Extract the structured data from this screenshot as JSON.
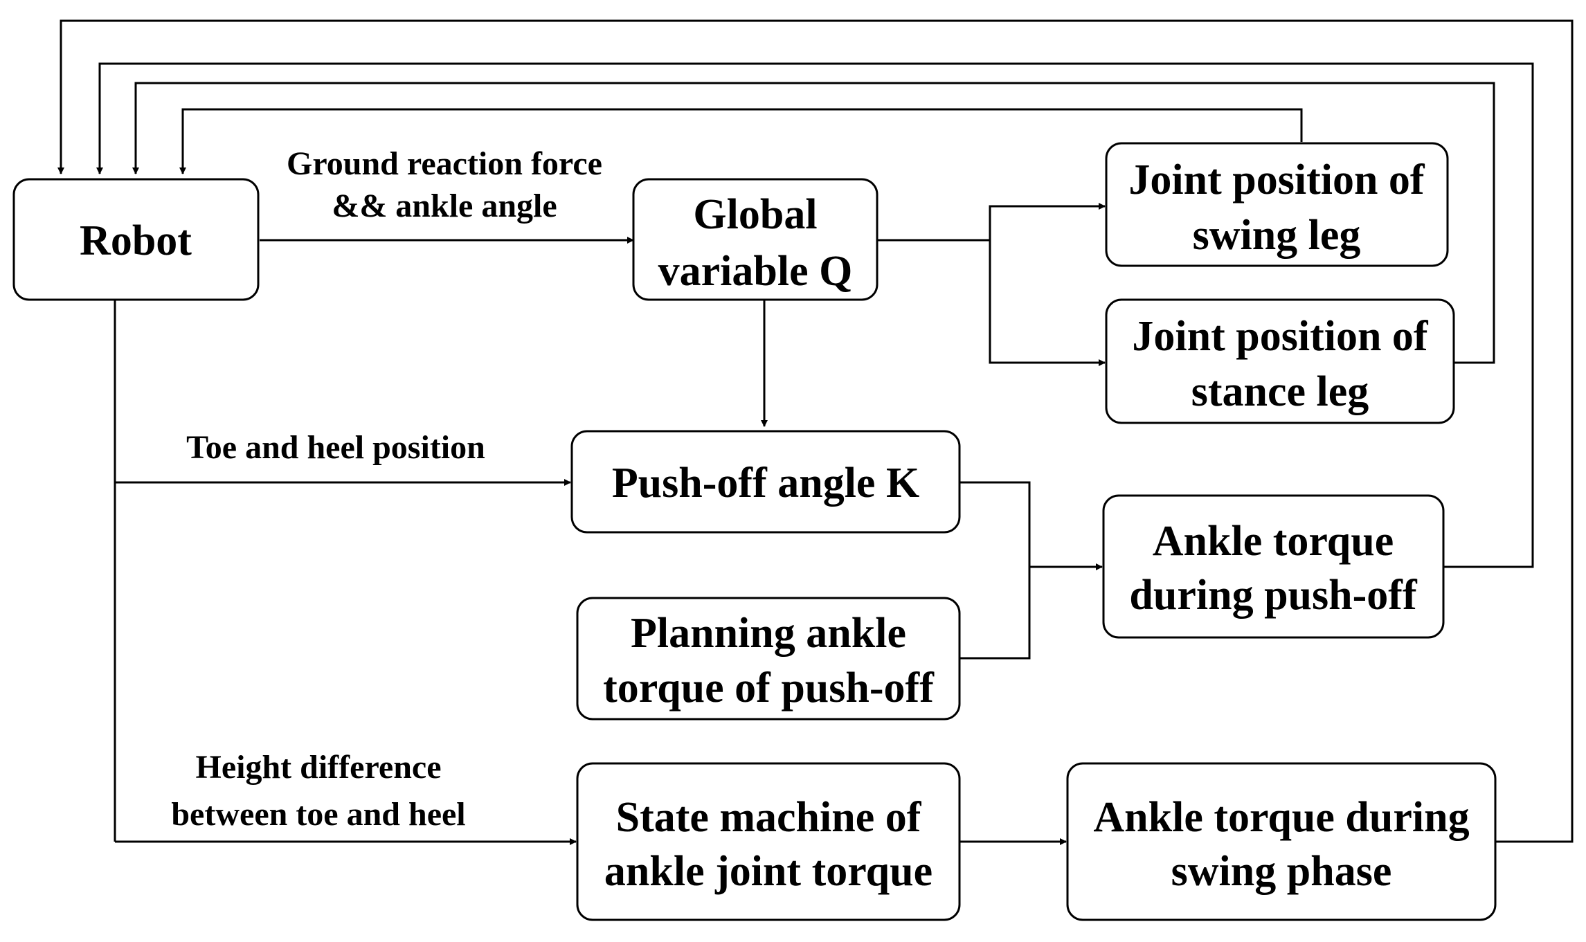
{
  "nodes": {
    "robot": {
      "label": "Robot"
    },
    "global": {
      "line1": "Global",
      "line2": "variable Q"
    },
    "swing_pos": {
      "line1": "Joint position of",
      "line2": "swing leg"
    },
    "stance_pos": {
      "line1": "Joint position of",
      "line2": "stance leg"
    },
    "pushoff_angle": {
      "label": "Push-off angle K"
    },
    "planning": {
      "line1": "Planning ankle",
      "line2": "torque of push-off"
    },
    "ankle_pushoff": {
      "line1": "Ankle torque",
      "line2": "during push-off"
    },
    "state_machine": {
      "line1": "State machine of",
      "line2": "ankle joint torque"
    },
    "ankle_swing": {
      "line1": "Ankle torque during",
      "line2": "swing phase"
    }
  },
  "edge_labels": {
    "grf": {
      "line1": "Ground reaction force",
      "line2": "&& ankle angle"
    },
    "toe_heel": {
      "label": "Toe and heel position"
    },
    "height": {
      "line1": "Height difference",
      "line2": "between toe and heel"
    }
  }
}
